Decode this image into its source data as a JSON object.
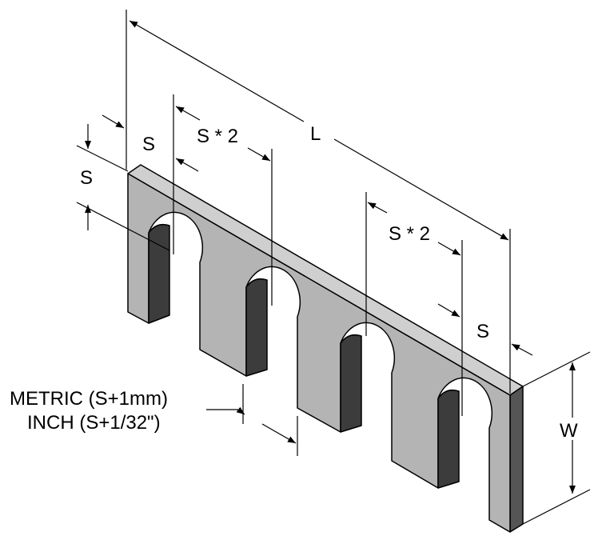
{
  "labels": {
    "overall_length": "L",
    "width": "W",
    "spacing_end_left": "S",
    "spacing_top": "S",
    "spacing_double_left": "S * 2",
    "spacing_double_right": "S * 2",
    "spacing_end_right": "S",
    "slot_note_metric": "METRIC (S+1mm)",
    "slot_note_inch": "INCH (S+1/32\")"
  },
  "colors": {
    "front_face": "#b4b4b4",
    "top_face": "#cfcfcf",
    "side_face": "#555555",
    "inner_shadow": "#3c3c3c",
    "outline": "#000000"
  }
}
